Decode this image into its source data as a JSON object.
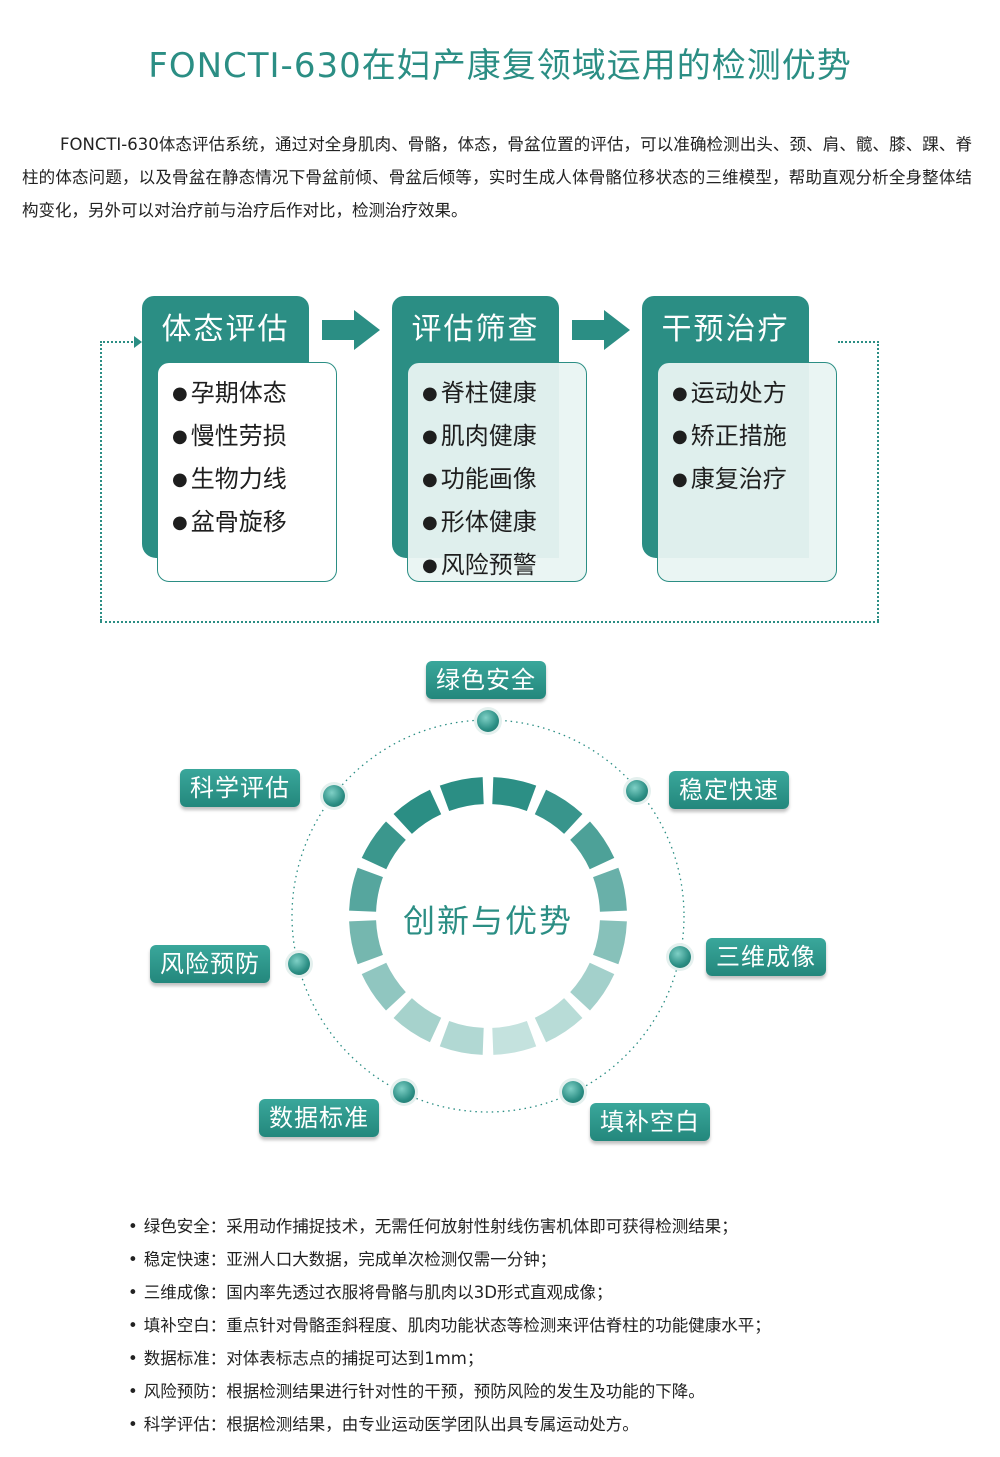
{
  "title": "FONCTI-630在妇产康复领域运用的检测优势",
  "intro": "FONCTI-630体态评估系统，通过对全身肌肉、骨骼，体态，骨盆位置的评估，可以准确检测出头、颈、肩、髋、膝、踝、脊柱的体态问题，以及骨盆在静态情况下骨盆前倾、骨盆后倾等，实时生成人体骨骼位移状态的三维模型，帮助直观分析全身整体结构变化，另外可以对治疗前与治疗后作对比，检测治疗效果。",
  "flow": {
    "cards": [
      {
        "title": "体态评估",
        "items": [
          "孕期体态",
          "慢性劳损",
          "生物力线",
          "盆骨旋移"
        ]
      },
      {
        "title": "评估筛查",
        "items": [
          "脊柱健康",
          "肌肉健康",
          "功能画像",
          "形体健康",
          "风险预警"
        ]
      },
      {
        "title": "干预治疗",
        "items": [
          "运动处方",
          "矫正措施",
          "康复治疗"
        ]
      }
    ]
  },
  "ring": {
    "center": "创新与优势",
    "tags": {
      "green_safety": "绿色安全",
      "stable_fast": "稳定快速",
      "three_d": "三维成像",
      "fill_gap": "填补空白",
      "data_standard": "数据标准",
      "risk_prevention": "风险预防",
      "scientific_eval": "科学评估"
    }
  },
  "notes": [
    {
      "label": "绿色安全：",
      "text": "采用动作捕捉技术，无需任何放射性射线伤害机体即可获得检测结果；"
    },
    {
      "label": "稳定快速：",
      "text": "亚洲人口大数据，完成单次检测仅需一分钟；"
    },
    {
      "label": "三维成像：",
      "text": "国内率先透过衣服将骨骼与肌肉以3D形式直观成像；"
    },
    {
      "label": "填补空白：",
      "text": "重点针对骨骼歪斜程度、肌肉功能状态等检测来评估脊柱的功能健康水平；"
    },
    {
      "label": "数据标准：",
      "text": "对体表标志点的捕捉可达到1mm；"
    },
    {
      "label": "风险预防：",
      "text": "根据检测结果进行针对性的干预，预防风险的发生及功能的下降。"
    },
    {
      "label": "科学评估：",
      "text": "根据检测结果，由专业运动医学团队出具专属运动处方。"
    }
  ],
  "colors": {
    "brand": "#2b8e84",
    "light": "#c5e3df"
  }
}
